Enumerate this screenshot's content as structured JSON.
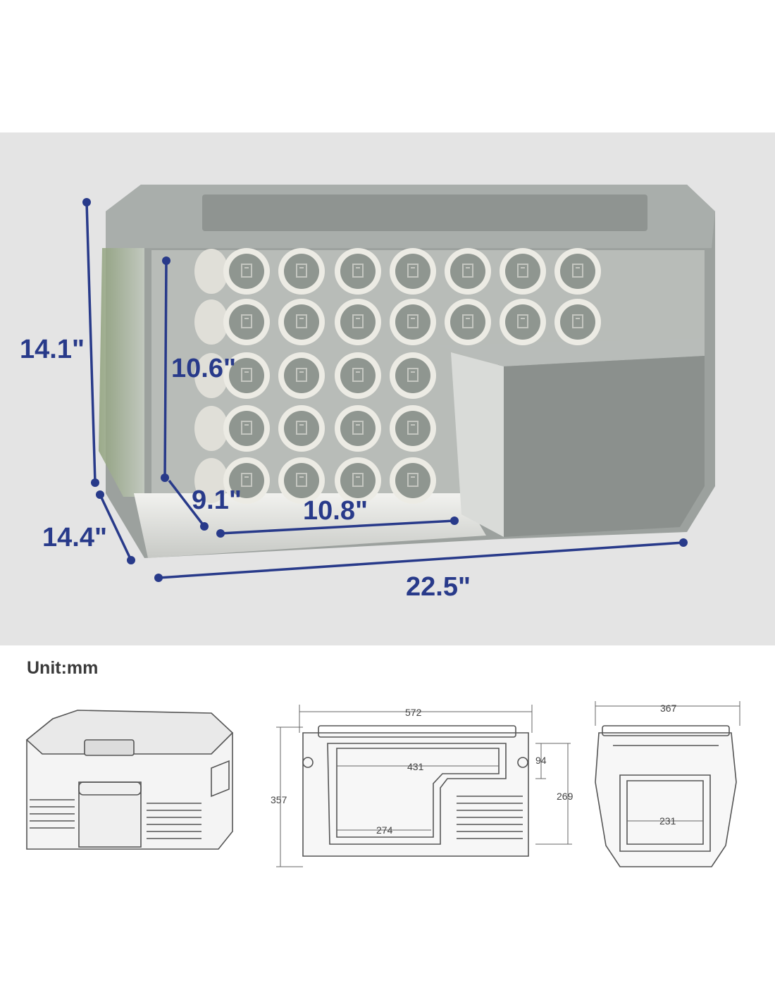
{
  "render_dims": {
    "height": "14.1\"",
    "inner_height": "10.6\"",
    "depth": "14.4\"",
    "inner_depth": "9.1\"",
    "inner_width": "10.8\"",
    "width": "22.5\""
  },
  "unit_label": "Unit:mm",
  "drawing_dims": {
    "front_width": "572",
    "front_inner_width": "431",
    "front_lower_width": "274",
    "front_height": "357",
    "front_inner_height": "269",
    "front_lid_offset": "94",
    "side_width": "367",
    "side_inner_width": "231"
  },
  "colors": {
    "dimension": "#283a8a",
    "panel": "#e4e4e4",
    "body": "#9ea29f",
    "can_rim": "#ecebe4",
    "can_lid": "#8f9690"
  }
}
